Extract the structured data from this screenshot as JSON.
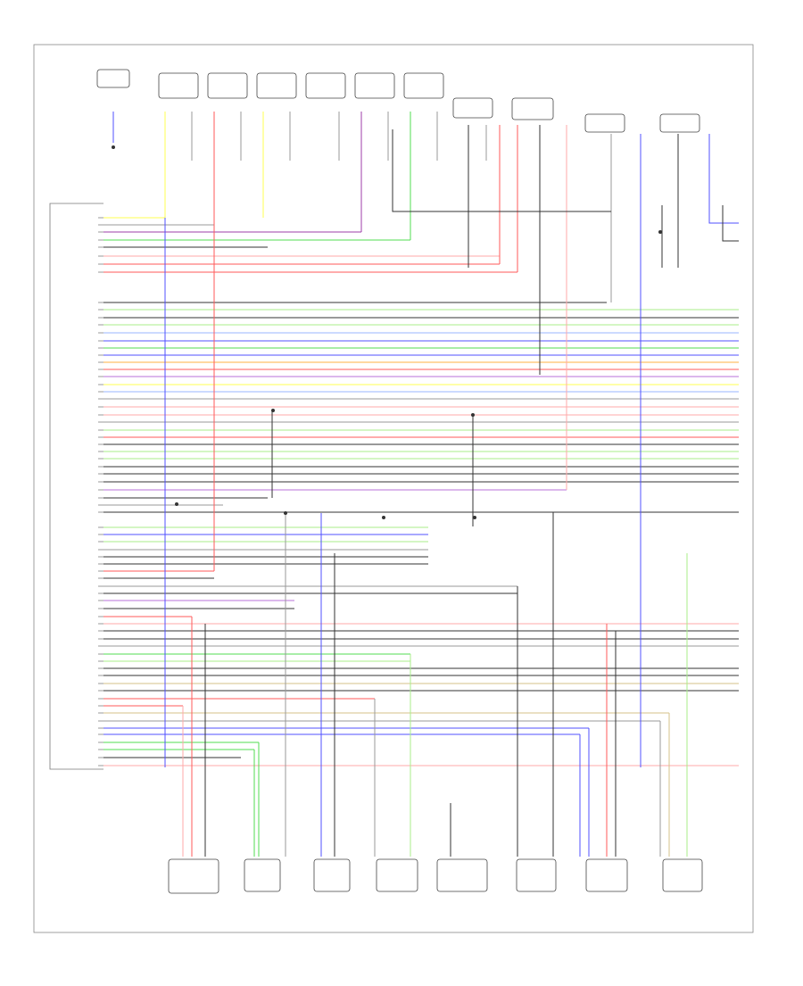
{
  "page_footer_id": "",
  "ecm": {
    "label": ""
  },
  "top_components": [
    {
      "id": "t1",
      "label": ""
    },
    {
      "id": "t2",
      "label": ""
    },
    {
      "id": "t3",
      "label": ""
    },
    {
      "id": "t4",
      "label": ""
    },
    {
      "id": "t5",
      "label": ""
    },
    {
      "id": "t6",
      "label": ""
    },
    {
      "id": "t7",
      "label": ""
    },
    {
      "id": "t8",
      "label": ""
    },
    {
      "id": "t9",
      "label": ""
    },
    {
      "id": "t10",
      "label": ""
    },
    {
      "id": "t11",
      "label": ""
    }
  ],
  "bottom_components": [
    {
      "id": "b1",
      "label": ""
    },
    {
      "id": "b2",
      "label": ""
    },
    {
      "id": "b3",
      "label": ""
    },
    {
      "id": "b4",
      "label": ""
    },
    {
      "id": "b5",
      "label": ""
    },
    {
      "id": "b6",
      "label": ""
    },
    {
      "id": "b7",
      "label": ""
    },
    {
      "id": "b8",
      "label": ""
    }
  ],
  "wire_colors": {
    "black": "#333333",
    "grey": "#999999",
    "red": "#ff5a5a",
    "pink": "#ffaaaa",
    "blue": "#5050ff",
    "light_blue": "#9ab4ff",
    "green": "#50dc50",
    "light_green": "#a8ee8a",
    "yellow": "#ffff50",
    "orange": "#ffb040",
    "purple": "#9c3ca8",
    "violet": "#b870d8",
    "tan": "#d6c28a"
  }
}
